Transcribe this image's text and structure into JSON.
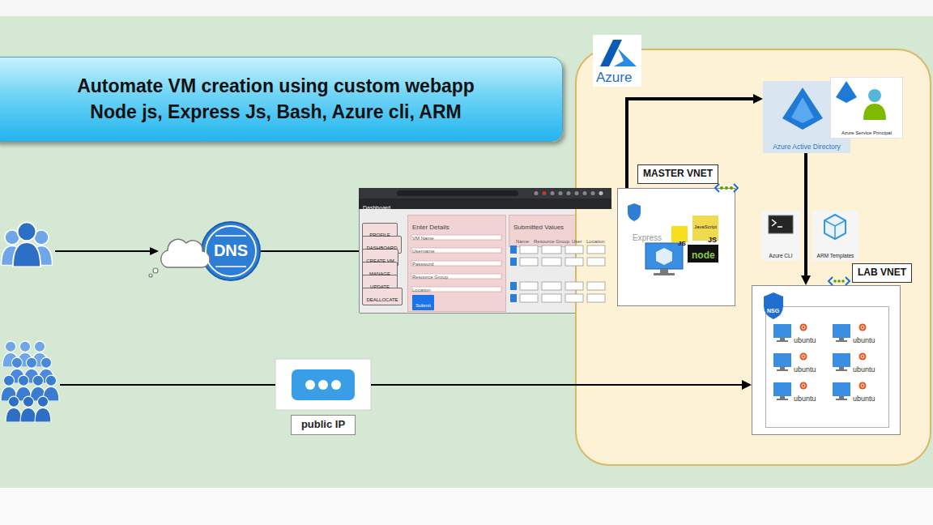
{
  "diagram": {
    "title": "Automate VM creation using custom webapp Node js, Express Js, Bash, Azure cli, ARM",
    "nodes": [
      {
        "text": [
          "DNS"
        ]
      },
      {
        "text": [
          "Dashboard"
        ]
      },
      {
        "text": [
          "PROFILE"
        ],
        "in": 1
      },
      {
        "text": [
          "DASHBOARD"
        ],
        "in": 1
      },
      {
        "text": [
          "CREATE VM"
        ],
        "in": 1
      },
      {
        "text": [
          "MANAGE"
        ],
        "in": 1
      },
      {
        "text": [
          "UPDATE"
        ],
        "in": 1
      },
      {
        "text": [
          "DEALLOCATE"
        ],
        "in": 1
      },
      {
        "text": [
          "Enter Details",
          "VM Name",
          "Username",
          "Password",
          "Resource Group",
          "Location"
        ],
        "in": 1
      },
      {
        "text": [
          "Submit"
        ],
        "in": 8
      },
      {
        "text": [
          "Submitted Values",
          "Name",
          "Resource Group",
          "User",
          "Location"
        ],
        "in": 1
      },
      {
        "text": [
          "public IP"
        ]
      },
      {
        "text": [
          "Azure"
        ]
      },
      {
        "text": [
          "MASTER VNET"
        ],
        "in": 12
      },
      {
        "text": [
          "Azure Active Directory"
        ],
        "in": 12
      },
      {
        "text": [
          "Azure Service Principal"
        ],
        "in": 12
      },
      {
        "text": [
          "Azure CLI"
        ],
        "in": 12
      },
      {
        "text": [
          "ARM Templates"
        ],
        "in": 12
      },
      {
        "text": [
          "LAB VNET"
        ],
        "in": 12
      },
      {
        "text": [
          "NSG"
        ],
        "in": 18
      }
    ],
    "edges": [
      {
        "from": 0,
        "to": 1,
        "arrow": "none"
      },
      {
        "from": 13,
        "to": 14,
        "arrow": "to"
      },
      {
        "from": 14,
        "to": 18,
        "arrow": "to"
      },
      {
        "from": 11,
        "to": 18,
        "arrow": "to"
      }
    ],
    "labels": [
      "Express",
      "JS",
      "JavaScript",
      "JS",
      "node",
      "ubuntu",
      "ubuntu",
      "ubuntu",
      "ubuntu",
      "ubuntu",
      "ubuntu"
    ]
  }
}
